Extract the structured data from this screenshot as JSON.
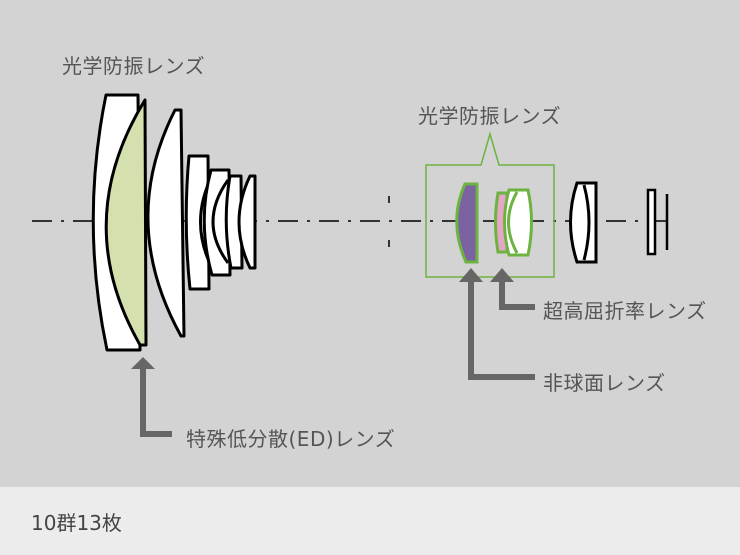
{
  "diagram": {
    "title_front_vr": "光学防振レンズ",
    "title_rear_vr": "光学防振レンズ",
    "labels": {
      "ed_lens": "特殊低分散(ED)レンズ",
      "high_index_lens": "超高屈折率レンズ",
      "aspherical_lens": "非球面レンズ"
    },
    "colors": {
      "background": "#d3d3d3",
      "ed_lens_fill": "#d4e0ad",
      "aspherical_fill": "#7b62a2",
      "high_index_fill": "#e5a6c8",
      "vr_outline": "#6db33f",
      "arrow": "#666666",
      "label_text": "#555555"
    }
  },
  "footer": {
    "configuration": "10群13枚"
  }
}
